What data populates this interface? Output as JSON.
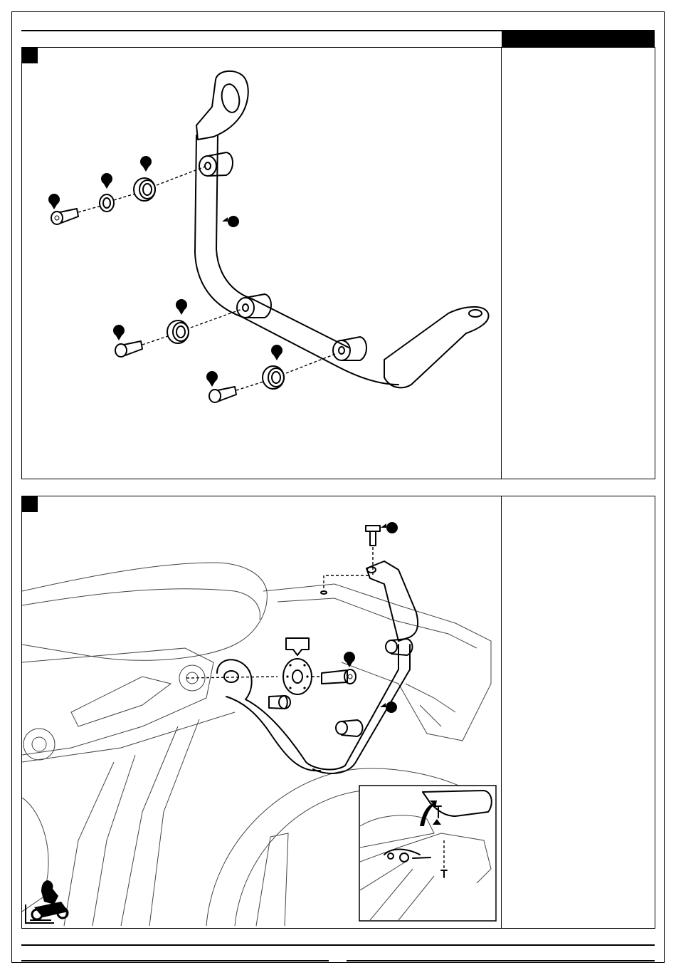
{
  "document": {
    "type": "assembly-instructions",
    "header_bar_color": "#000000",
    "line_color": "#000000"
  },
  "steps": [
    {
      "id": "step-1",
      "badge_icon": "black-square-icon",
      "parts": [
        "bolt-icon",
        "bushing-icon",
        "spacer-icon",
        "rail-bar-icon"
      ],
      "callouts": 8
    },
    {
      "id": "step-2",
      "badge_icon": "black-square-icon",
      "parts": [
        "screw-icon",
        "bracket-icon",
        "washer-icon",
        "bolt-icon",
        "rail-bar-icon"
      ],
      "callouts": 3,
      "inset": "detail-view-icon",
      "footer_icon": "rider-on-motorcycle-icon"
    }
  ]
}
